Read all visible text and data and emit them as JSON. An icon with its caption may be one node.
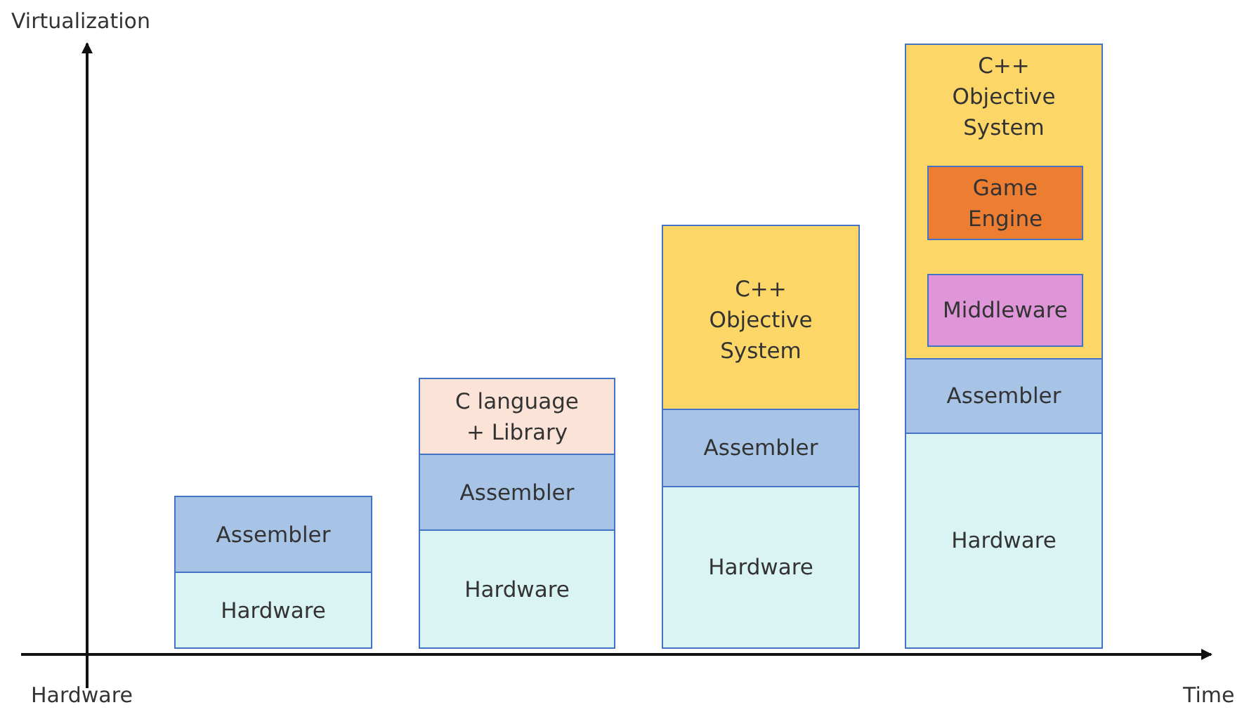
{
  "diagram": {
    "nodes": [
      {
        "text": [
          "Assembler"
        ]
      },
      {
        "text": [
          "Hardware"
        ]
      },
      {
        "text": [
          "C language + Library"
        ]
      },
      {
        "text": [
          "Assembler"
        ]
      },
      {
        "text": [
          "Hardware"
        ]
      },
      {
        "text": [
          "C++ Objective System"
        ]
      },
      {
        "text": [
          "Assembler"
        ]
      },
      {
        "text": [
          "Hardware"
        ]
      },
      {
        "text": [
          "C++ Objective System"
        ]
      },
      {
        "text": [
          "Game Engine"
        ],
        "in": 8
      },
      {
        "text": [
          "Middleware"
        ],
        "in": 8
      },
      {
        "text": [
          "Assembler"
        ]
      },
      {
        "text": [
          "Hardware"
        ]
      }
    ],
    "labels": [
      "Virtualization",
      "Hardware",
      "Time"
    ]
  }
}
